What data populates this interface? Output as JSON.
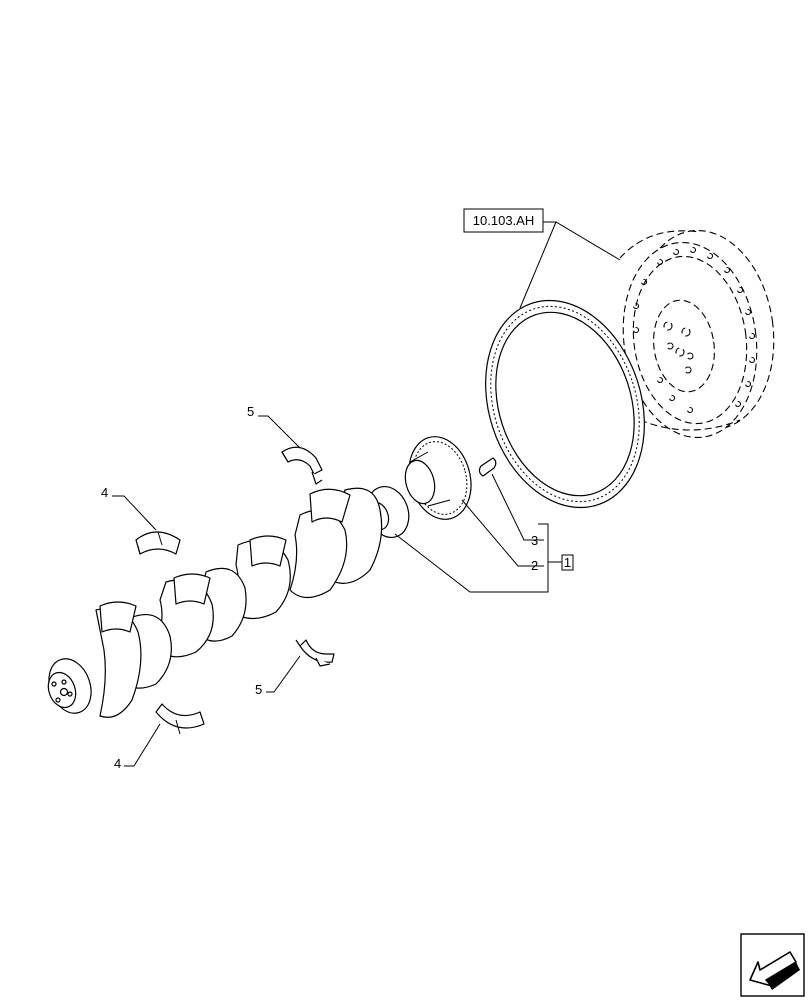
{
  "reference_box": "10.103.AH",
  "callouts": {
    "item_1_box": "1",
    "item_2": "2",
    "item_3": "3",
    "item_4_upper": "4",
    "item_4_lower": "4",
    "item_5_upper": "5",
    "item_5_lower": "5"
  },
  "icons": {
    "nav": "arrow-back-icon"
  }
}
